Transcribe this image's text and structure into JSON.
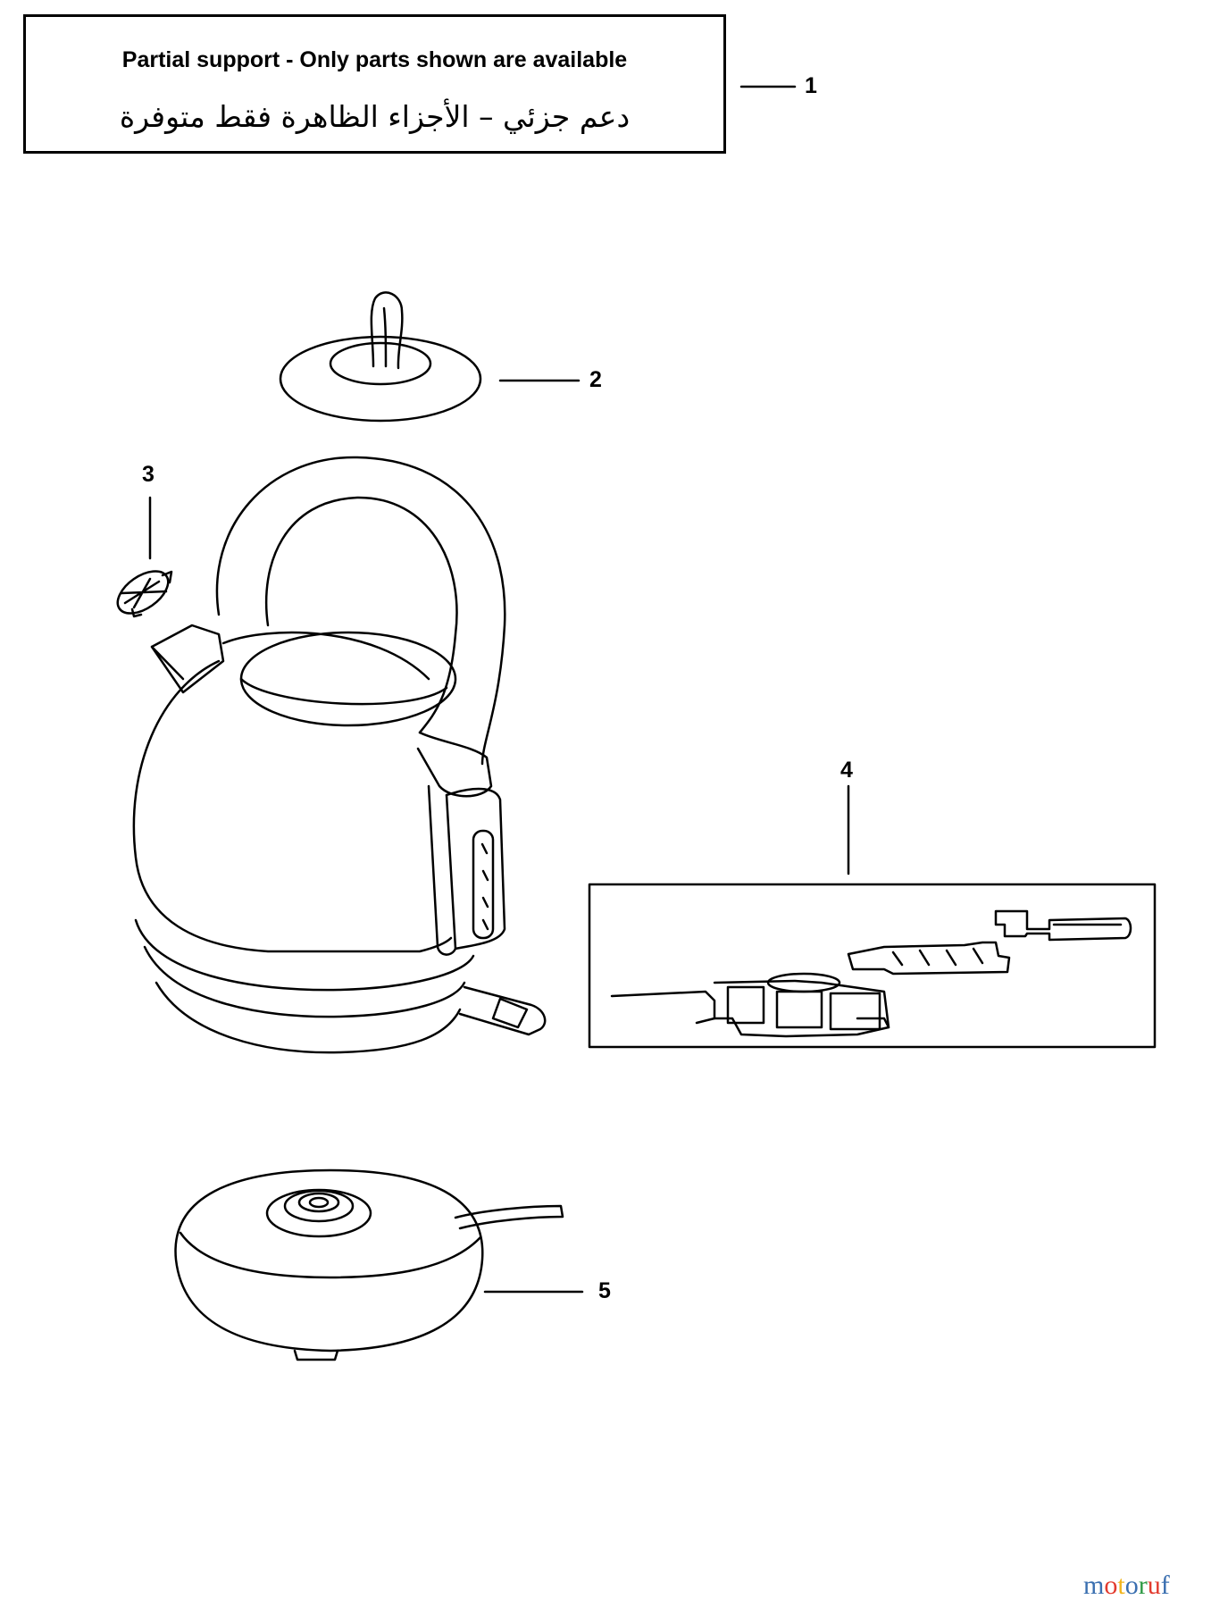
{
  "notice": {
    "english": "Partial support - Only parts shown are available",
    "arabic": "دعم جزئي – الأجزاء الظاهرة فقط متوفرة"
  },
  "callouts": {
    "part_1": "1",
    "part_2": "2",
    "part_3": "3",
    "part_4": "4",
    "part_5": "5"
  },
  "watermark": {
    "text": "motoruf",
    "colors": [
      "#3a6fb0",
      "#e23a2e",
      "#f2b51c",
      "#3a6fb0",
      "#2f9a45",
      "#e23a2e",
      "#3a6fb0"
    ]
  }
}
